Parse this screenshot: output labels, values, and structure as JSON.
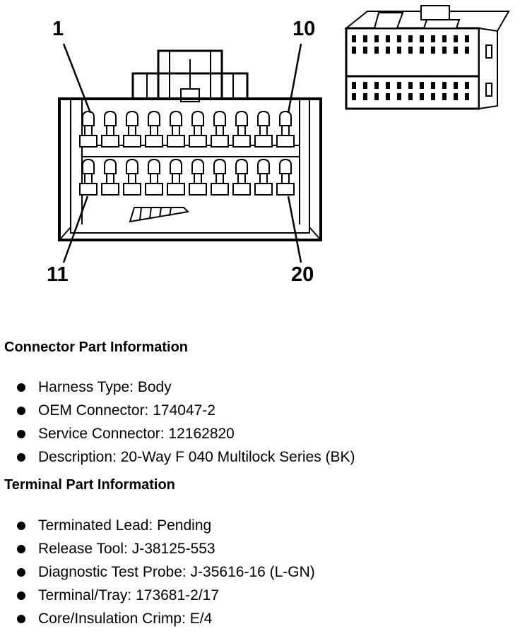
{
  "pin_labels": {
    "top_left": "1",
    "top_right": "10",
    "bottom_left": "11",
    "bottom_right": "20"
  },
  "connector_info": {
    "title": "Connector Part Information",
    "items": [
      "Harness Type: Body",
      "OEM Connector: 174047-2",
      "Service Connector: 12162820",
      "Description: 20-Way F 040 Multilock Series (BK)"
    ]
  },
  "terminal_info": {
    "title": "Terminal Part Information",
    "items": [
      "Terminated Lead: Pending",
      "Release Tool: J-38125-553",
      "Diagnostic Test Probe: J-35616-16 (L-GN)",
      "Terminal/Tray: 173681-2/17",
      "Core/Insulation Crimp: E/4"
    ]
  }
}
